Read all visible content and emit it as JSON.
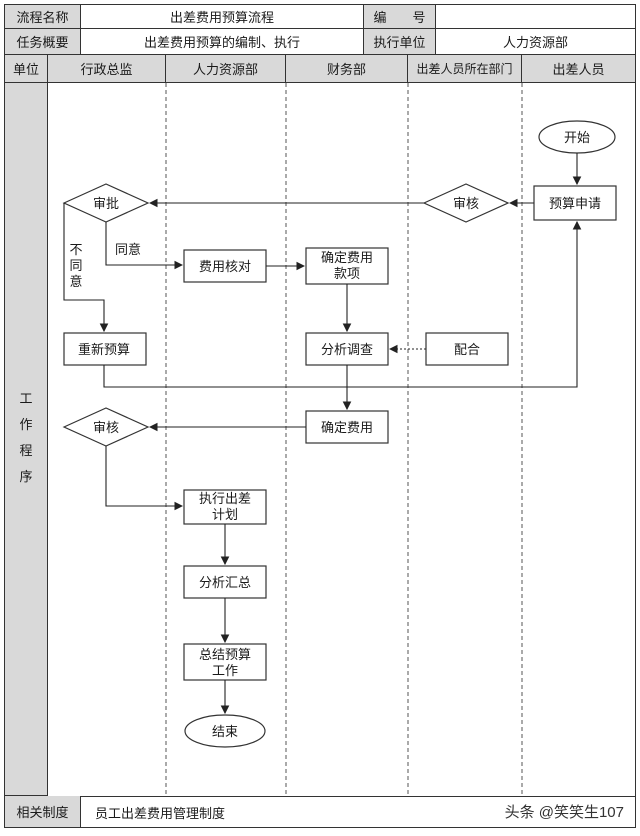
{
  "header": {
    "process_name_label": "流程名称",
    "process_name_value": "出差费用预算流程",
    "code_label": "编　　号",
    "code_value": "",
    "task_overview_label": "任务概要",
    "task_overview_value": "出差费用预算的编制、执行",
    "exec_unit_label": "执行单位",
    "exec_unit_value": "人力资源部"
  },
  "lanes": {
    "unit_label": "单位",
    "items": [
      "行政总监",
      "人力资源部",
      "财务部",
      "出差人员所在部门",
      "出差人员"
    ]
  },
  "side_label": "工\n作\n程\n序",
  "nodes": {
    "start": "开始",
    "budget_apply": "预算申请",
    "review1": "审核",
    "approve": "审批",
    "agree": "同意",
    "disagree": "不\n同\n意",
    "cost_check": "费用核对",
    "confirm_items": "确定费用\n款项",
    "rebudget": "重新预算",
    "analyze": "分析调查",
    "cooperate": "配合",
    "review2": "审核",
    "confirm_cost": "确定费用",
    "execute_plan": "执行出差\n计划",
    "summary": "分析汇总",
    "conclude": "总结预算\n工作",
    "end": "结束"
  },
  "footer": {
    "related_label": "相关制度",
    "related_value": "员工出差费用管理制度"
  },
  "watermark": "头条 @笑笑生107"
}
